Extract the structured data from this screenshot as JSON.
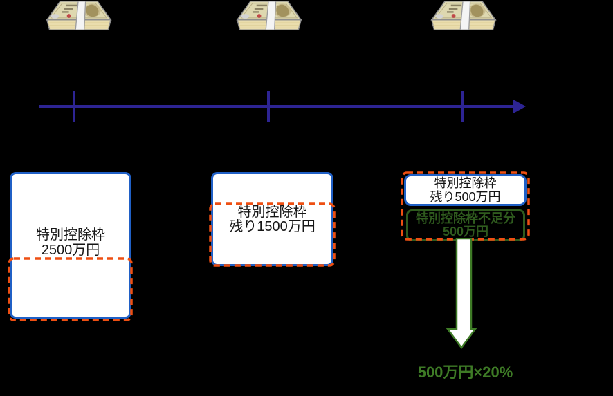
{
  "diagram": {
    "kind": "special-deduction-frame-timeline",
    "background": "#000000"
  },
  "colors": {
    "timeline": "#2D2493",
    "box_border_blue": "#2060C6",
    "box_fill": "#FFFFFF",
    "dashed_overlay_orange": "#EE4F12",
    "shortfall_green": "#2F5B1E",
    "formula_green": "#3E7B26",
    "text_black": "#161616"
  },
  "icons": {
    "stack1": "money-stack-icon",
    "stack2": "money-stack-icon",
    "stack3": "money-stack-icon"
  },
  "timeline": {
    "tick_count": 3,
    "direction": "right"
  },
  "boxes": {
    "left": {
      "line1": "特別控除枠",
      "line2": "2500万円"
    },
    "middle": {
      "line1": "特別控除枠",
      "line2": "残り1500万円"
    },
    "right_remaining": {
      "line1": "特別控除枠",
      "line2": "残り500万円"
    },
    "right_shortfall": {
      "line1": "特別控除枠不足分",
      "line2": "500万円"
    }
  },
  "formula": {
    "label": "500万円×20%"
  }
}
